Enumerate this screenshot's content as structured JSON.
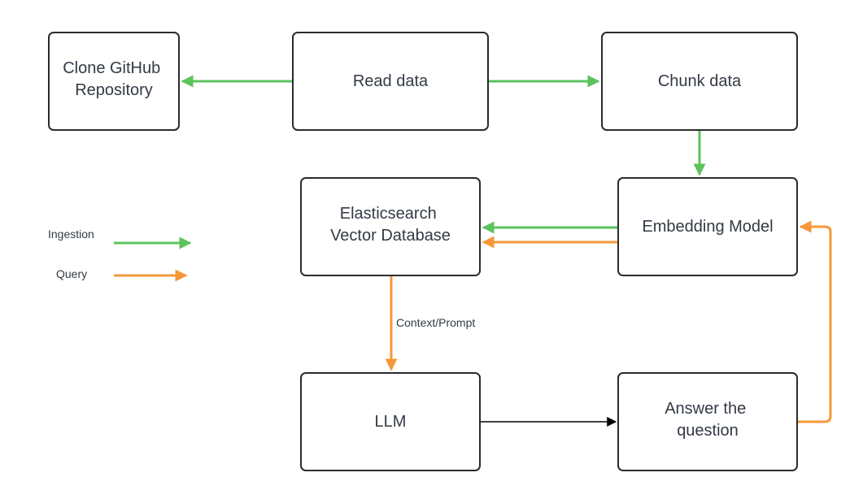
{
  "colors": {
    "ingestion": "#5cc35c",
    "query": "#f5983a",
    "answer_link": "#000000",
    "node_border": "#2b2b2b",
    "text": "#333a45"
  },
  "nodes": {
    "clone_repo": {
      "lines": [
        "Clone GitHub",
        "Repository"
      ]
    },
    "read_data": {
      "lines": [
        "Read data"
      ]
    },
    "chunk_data": {
      "lines": [
        "Chunk data"
      ]
    },
    "elasticsearch": {
      "lines": [
        "Elasticsearch",
        "Vector Database"
      ]
    },
    "embedding_model": {
      "lines": [
        "Embedding Model"
      ]
    },
    "llm": {
      "lines": [
        "LLM"
      ]
    },
    "answer": {
      "lines": [
        "Answer the",
        "question"
      ]
    }
  },
  "edge_labels": {
    "context_prompt": "Context/Prompt"
  },
  "legend": {
    "ingestion_label": "Ingestion",
    "query_label": "Query"
  }
}
